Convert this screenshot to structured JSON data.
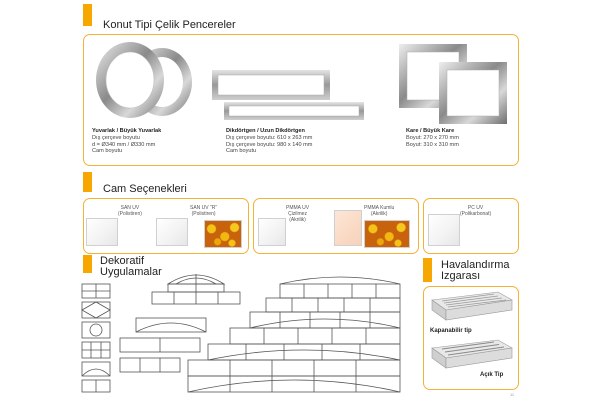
{
  "colors": {
    "accent": "#f7a800",
    "panel_border": "#f2b236"
  },
  "sections": {
    "windows": {
      "title": "Konut Tipi Çelik Pencereler",
      "round": {
        "name": "Yuvarlak / Büyük Yuvarlak",
        "line1": "Dış çerçeve boyutu",
        "line2": "d = Ø340 mm / Ø330 mm",
        "line3": "Cam boyutu"
      },
      "rect": {
        "name": "Dikdörtgen / Uzun Dikdörtgen",
        "line1": "Dış çerçeve boyutu: 610 x 263 mm",
        "line2": "Dış çerçeve boyutu: 980 x 140 mm",
        "line3": "Cam boyutu"
      },
      "square": {
        "name": "Kare / Büyük Kare",
        "line1": "Boyut: 270 x 270 mm",
        "line2": "Boyut: 310 x 310 mm"
      }
    },
    "glass": {
      "title": "Cam Seçenekleri",
      "items": [
        {
          "line1": "SAN UV",
          "line2": "(Polistiren)"
        },
        {
          "line1": "SAN UV \"R\"",
          "line2": "(Polistiren)"
        },
        {
          "line1": "PMMA UV",
          "line2": "Çizilmez",
          "line3": "(Akrilik)"
        },
        {
          "line1": "PMMA Kumlu",
          "line2": "(Akrilik)"
        },
        {
          "line1": "PC UV",
          "line2": "(Polikarbonat)"
        }
      ]
    },
    "decorative": {
      "title_line1": "Dekoratif",
      "title_line2": "Uygulamalar"
    },
    "vent": {
      "title_line1": "Havalandırma",
      "title_line2": "Izgarası",
      "closable": "Kapanabilir tip",
      "open": "Açık Tip"
    }
  },
  "page_number": "11"
}
